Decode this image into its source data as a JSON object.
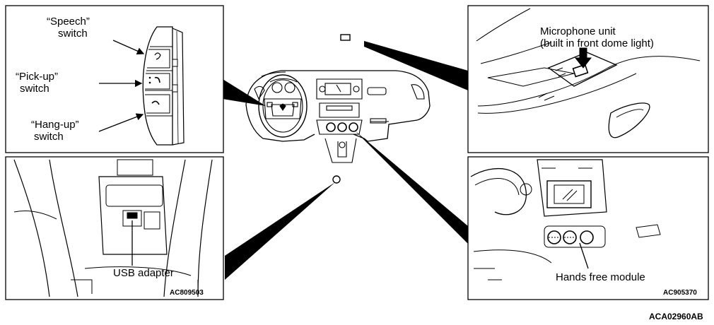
{
  "panels": {
    "steering_switches": {
      "speech_label": [
        "“Speech”",
        "switch"
      ],
      "pickup_label": [
        "“Pick-up”",
        "switch"
      ],
      "hangup_label": [
        "“Hang-up”",
        "switch"
      ]
    },
    "microphone": {
      "label": [
        "Microphone unit",
        "(built in front dome light)"
      ]
    },
    "usb": {
      "label": "USB adapter",
      "code": "AC809503"
    },
    "hands_free": {
      "label": "Hands free module",
      "code": "AC905370"
    }
  },
  "figure_code": "ACA02960AB"
}
